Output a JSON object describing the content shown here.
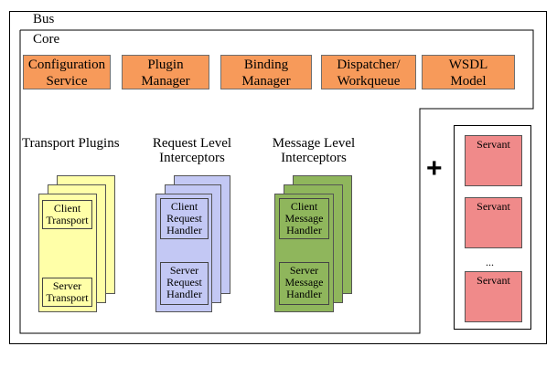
{
  "bus": {
    "label": "Bus"
  },
  "core": {
    "label": "Core",
    "components": [
      {
        "line1": "Configuration",
        "line2": "Service"
      },
      {
        "line1": "Plugin",
        "line2": "Manager"
      },
      {
        "line1": "Binding",
        "line2": "Manager"
      },
      {
        "line1": "Dispatcher/",
        "line2": "Workqueue"
      },
      {
        "line1": "WSDL",
        "line2": "Model"
      }
    ]
  },
  "transport": {
    "title": "Transport Plugins",
    "client": {
      "line1": "Client",
      "line2": "Transport"
    },
    "server": {
      "line1": "Server",
      "line2": "Transport"
    }
  },
  "request": {
    "title_line1": "Request Level",
    "title_line2": "Interceptors",
    "client": {
      "line1": "Client",
      "line2": "Request",
      "line3": "Handler"
    },
    "server": {
      "line1": "Server",
      "line2": "Request",
      "line3": "Handler"
    }
  },
  "message": {
    "title_line1": "Message Level",
    "title_line2": "Interceptors",
    "client": {
      "line1": "Client",
      "line2": "Message",
      "line3": "Handler"
    },
    "server": {
      "line1": "Server",
      "line2": "Message",
      "line3": "Handler"
    }
  },
  "plus": "+",
  "servants": {
    "items": [
      "Servant",
      "Servant",
      "Servant"
    ],
    "ellipsis": "..."
  },
  "colors": {
    "core_component": "#f79a5a",
    "transport": "#ffffa8",
    "request": "#c3c8f4",
    "message": "#8fb65c",
    "servant": "#f08a8a"
  }
}
